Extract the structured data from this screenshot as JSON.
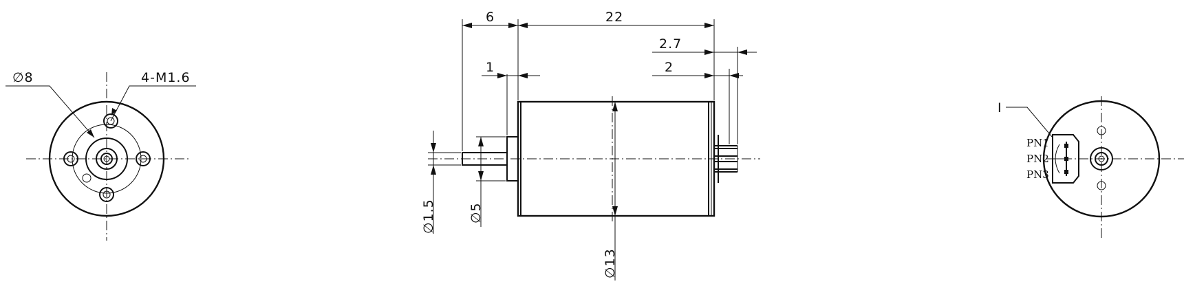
{
  "front_view": {
    "shaft_diameter_label": "∅8",
    "mount_holes_label": "4-M1.6"
  },
  "side_view": {
    "shaft_length_label": "6",
    "body_length_label": "22",
    "flange_thickness_label": "1",
    "terminal_offset_outer_label": "2.7",
    "terminal_offset_inner_label": "2",
    "shaft_diameter_label": "∅1.5",
    "boss_diameter_label": "∅5",
    "body_diameter_label": "∅13"
  },
  "rear_view": {
    "callout_label": "I",
    "pins": [
      "PN1",
      "PN2",
      "PN3"
    ]
  }
}
